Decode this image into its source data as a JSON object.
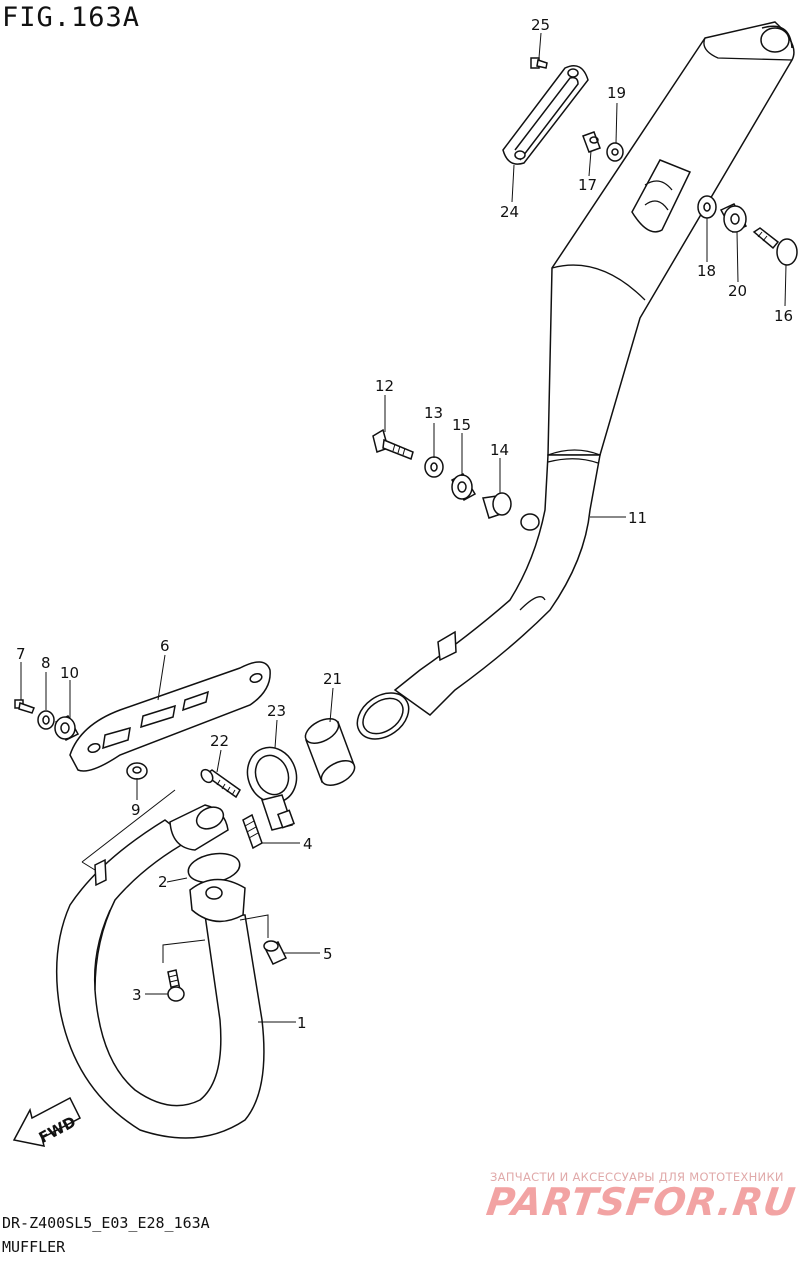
{
  "figure_title": "FIG.163A",
  "model_code": "DR-Z400SL5_E03_E28_163A",
  "section_name": "MUFFLER",
  "fwd_label": "FWD",
  "watermark": {
    "tagline": "ЗАПЧАСТИ И АКСЕССУАРЫ ДЛЯ МОТОТЕХНИКИ",
    "logo_text": "PARTSFOR.RU",
    "color": "#f2a3a3"
  },
  "callouts": {
    "c1": "1",
    "c2": "2",
    "c3": "3",
    "c4": "4",
    "c5": "5",
    "c6": "6",
    "c7": "7",
    "c8": "8",
    "c9": "9",
    "c10": "10",
    "c11": "11",
    "c12": "12",
    "c13": "13",
    "c14": "14",
    "c15": "15",
    "c16": "16",
    "c17": "17",
    "c18": "18",
    "c19": "19",
    "c20": "20",
    "c21": "21",
    "c22": "22",
    "c23": "23",
    "c24": "24",
    "c25": "25"
  }
}
